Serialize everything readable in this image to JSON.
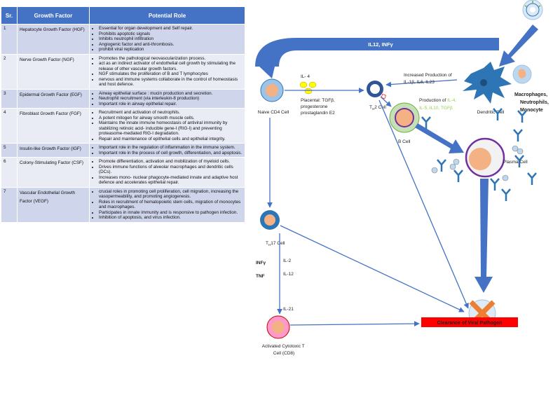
{
  "caption": "",
  "table": {
    "headers": {
      "sr": "Sr.",
      "factor": "Growth Factor",
      "role": "Potential Role"
    },
    "rows": [
      {
        "sr": "1",
        "factor": "Hepatocyte Growth Factor (HGF)",
        "roles": [
          "Essential for organ development and Self repair.",
          "Prohibits apoptotic signals",
          "Inhibits neutrophil infiltration",
          "Angiogenic factor and anti-thrombosis.",
          "prohibit viral replication"
        ]
      },
      {
        "sr": "2",
        "factor": "Nerve Growth Factor (NGF)",
        "roles": [
          "Promotes the pathological neovascularization process.",
          "act as an indirect activator of endothelial cell growth by stimulating the release of other vascular growth factors.",
          "NGF stimulates the proliferation of B and T lymphocytes",
          "nervous and immune systems collaborate in the control of homeostasis and host defence."
        ]
      },
      {
        "sr": "3",
        "factor": "Epidermal Growth Factor (EGF)",
        "roles": [
          "Airway epithelial surface : mucin production and secretion.",
          "Neutrophil recruitment (via interleukin-8 production)",
          "Important role in airway epithelial repair."
        ]
      },
      {
        "sr": "4",
        "factor": "Fibroblast Growth Factor (FGF)",
        "roles": [
          "Recruitment and activation of neutrophils.",
          "A potent mitogen for airway smooth muscle cells.",
          "Maintains the innate immune homeostasis of antiviral immunity by stabilizing retinoic acid- inducible gene-I (RIG-I) and preventing proteasome-mediated RIG-I degradation.",
          "Repair and maintenance of epithelial cells and epithelial integrity."
        ]
      },
      {
        "sr": "5",
        "factor": "Insulin-like Growth Factor (IGF)",
        "roles": [
          "Important role in the regulation of inflammation in the immune system.",
          "Important role in the process of cell growth, differentiation, and apoptosis."
        ]
      },
      {
        "sr": "6",
        "factor": "Colony-Stimulating Factor (CSF)",
        "roles": [
          "Promote differentiation, activation and mobilization of myeloid cells.",
          "Drives immune functions of alveolar macrophages and dendritic cells (DCs).",
          "Increases mono- nuclear phagocyte-mediated innate and adaptive host defence and accelerates epithelial repair."
        ]
      },
      {
        "sr": "7",
        "factor": "Vascular Endothelial Growth Factor (VEGF)",
        "roles": [
          "crucial roles in promoting cell proliferation, cell migration, increasing the vasopermeability, and promoting angiogenesis.",
          "Roles in recruitment of hematopoietic stem cells, migration of monocytes and macrophages.",
          "Participates in innate immunity and is responsive to pathogen infection.",
          "Inhibition of apoptosis, and virus infection."
        ]
      }
    ]
  },
  "diagram": {
    "top_arrow_label": "IL12, INFγ",
    "naive_cd4": "Naive CD4  Cell",
    "il4": "IL- 4",
    "placental": [
      "Placental: TGFβ,",
      "progesterone",
      "prostaglandin E2"
    ],
    "th2_main": "T",
    "th2_sub": "H",
    "th2_rest": "2 Cell",
    "increased": [
      "Increased Production of",
      "IL-1β, IL6, IL23"
    ],
    "dendritic": "Dendritic Cell",
    "macrophages": [
      "Macrophages,",
      "Neutrophils,",
      "Monocyte"
    ],
    "production_prefix": "Production of ",
    "production_il4": "IL-4,",
    "production_line2": "IL-5, IL10, TGFβ",
    "b_cell": "B Cell",
    "plasma_cell": "Plasma Cell",
    "th17_main": "T",
    "th17_sub": "H",
    "th17_rest": "17 Cell",
    "infg": "INFγ",
    "tnf": "TNF",
    "il2": "IL-2",
    "il12": "IL-12",
    "il21": "IL-21",
    "clearance": "Clearance of Viral Pathogen",
    "activated": [
      "Activated Cytotoxic T",
      "Cell (CD8)"
    ],
    "colors": {
      "arrow_blue": "#4472c4",
      "clearance_red": "#ff0000",
      "il_green": "#92d050",
      "cell_orange": "#f4b183",
      "b_cell_green": "#a9d18e",
      "plasma_purple": "#7030a0"
    }
  }
}
